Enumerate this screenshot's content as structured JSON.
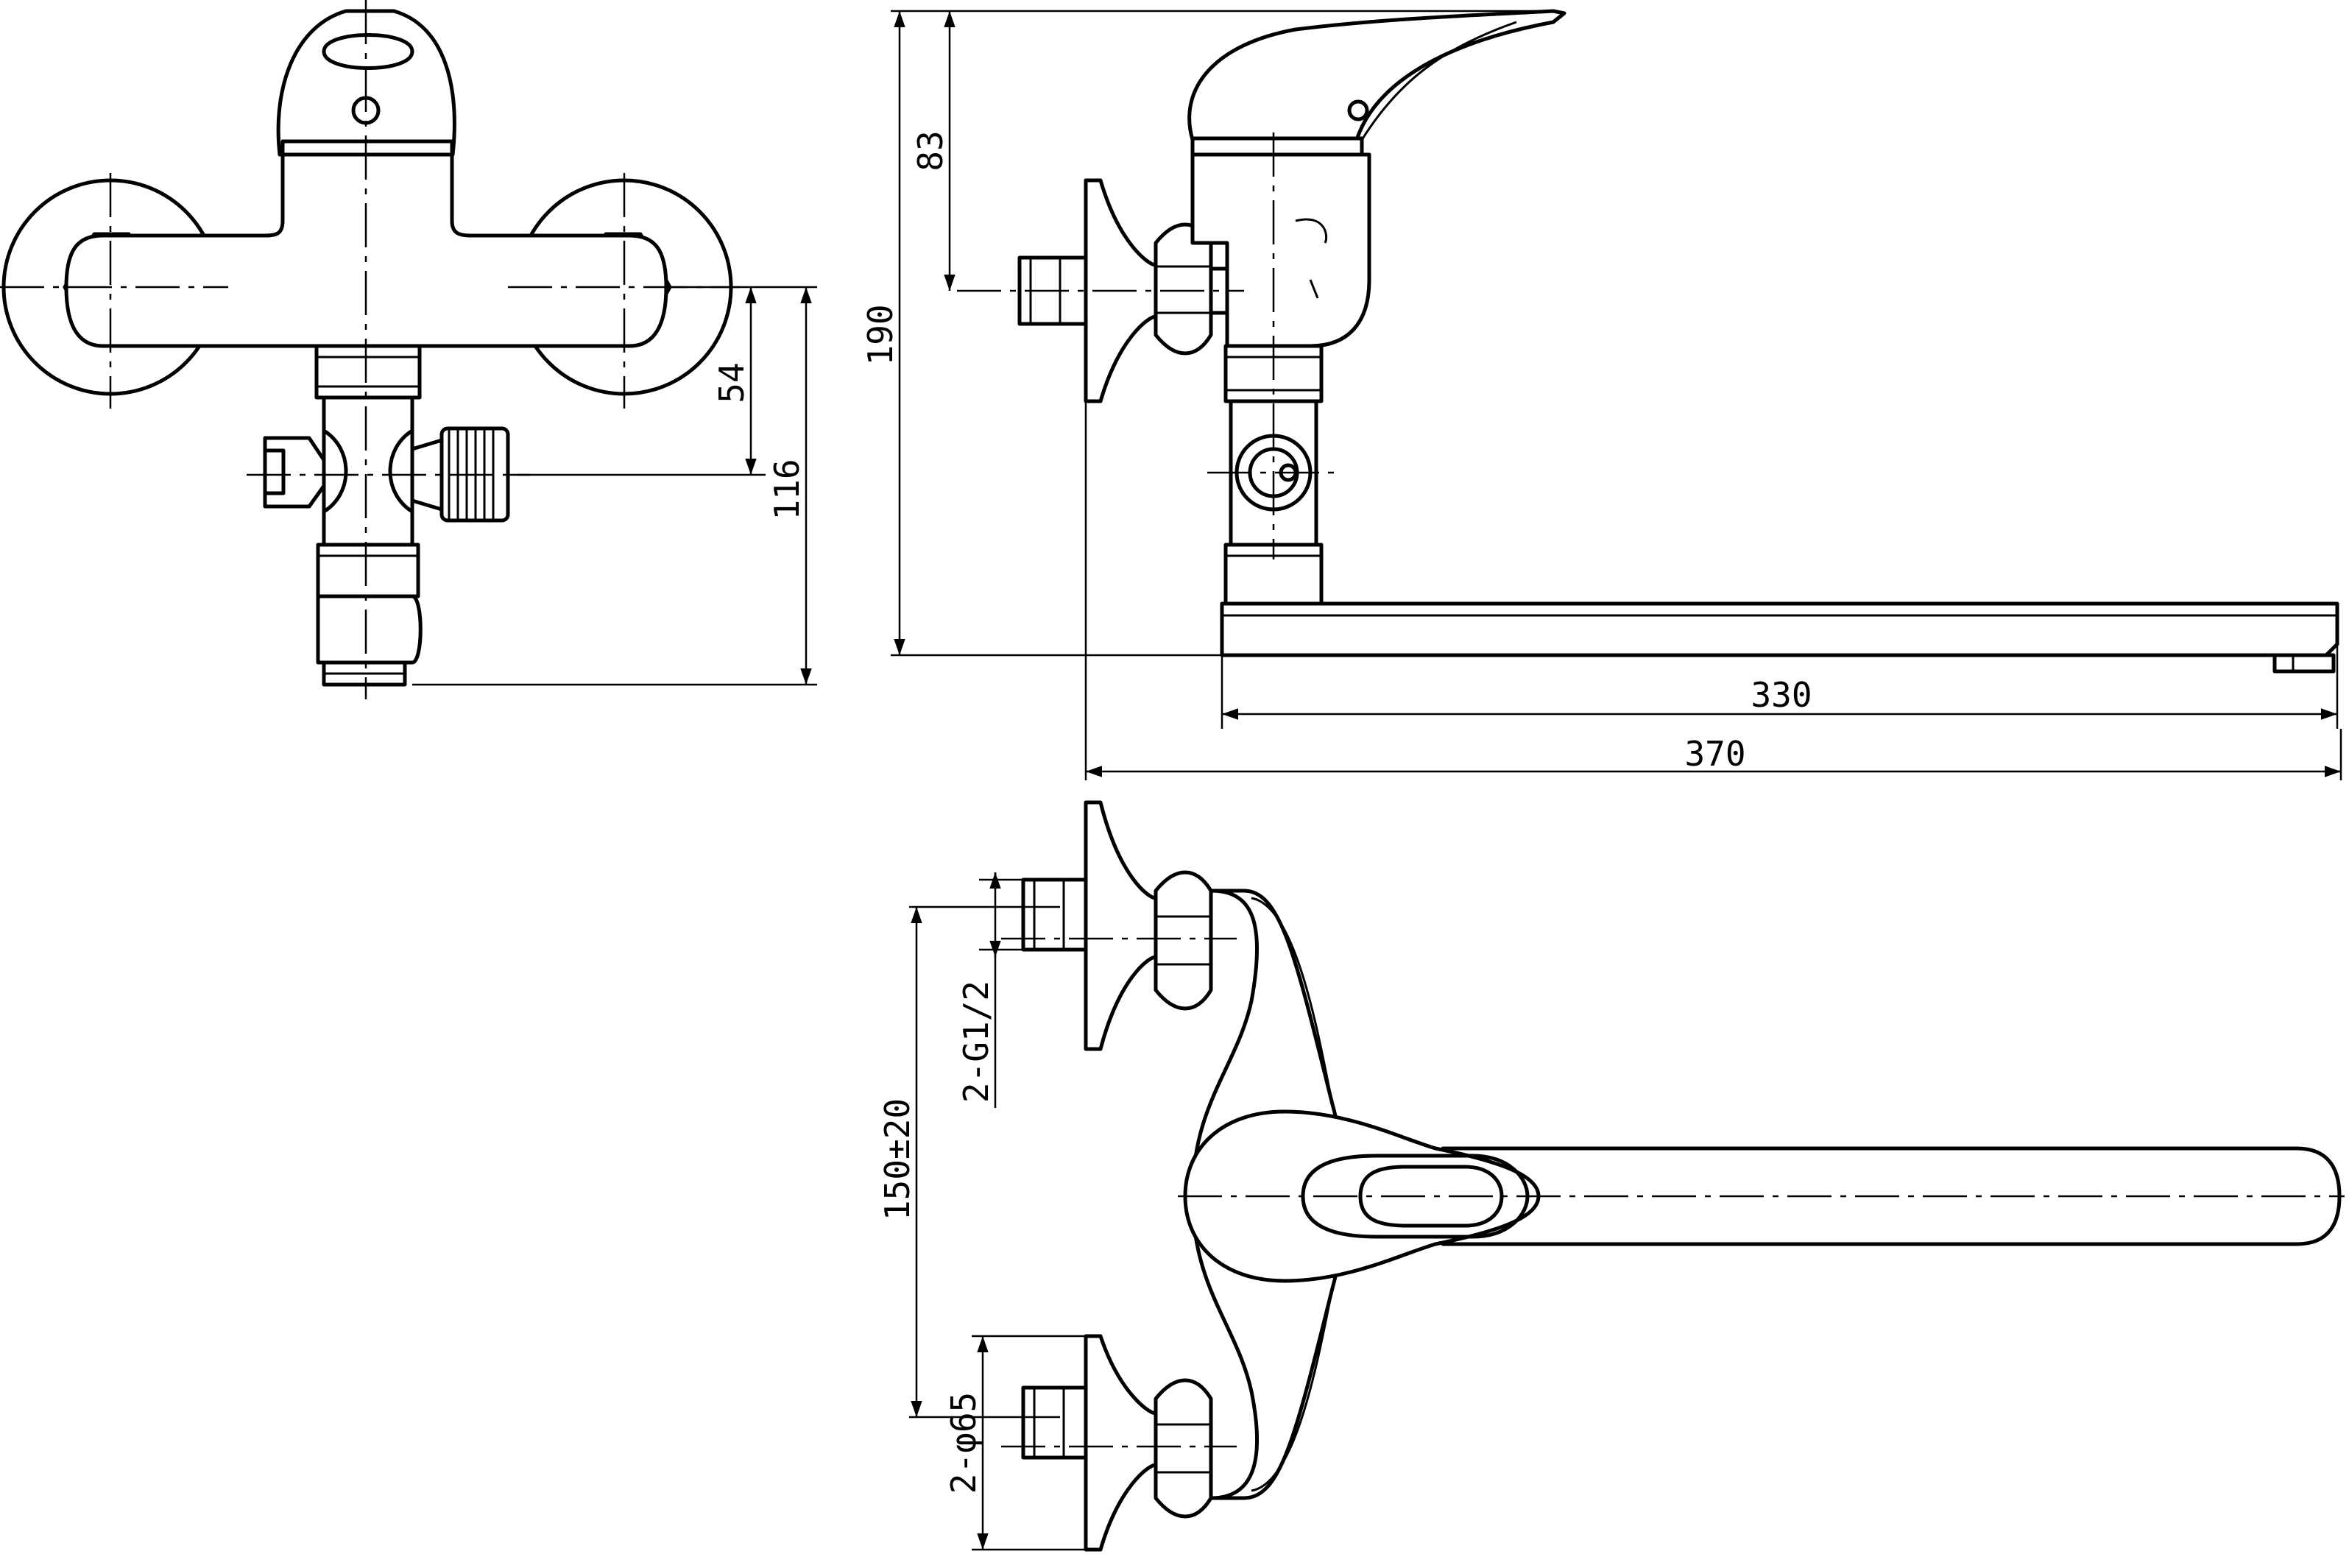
{
  "dimensions": {
    "d54": "54",
    "d116": "116",
    "d83": "83",
    "d190": "190",
    "d330": "330",
    "d370": "370",
    "thread": "2-G1/2",
    "spacing": "150±20",
    "flange": "2-φ65"
  },
  "colors": {
    "ink": "#000000",
    "paper": "#ffffff"
  }
}
